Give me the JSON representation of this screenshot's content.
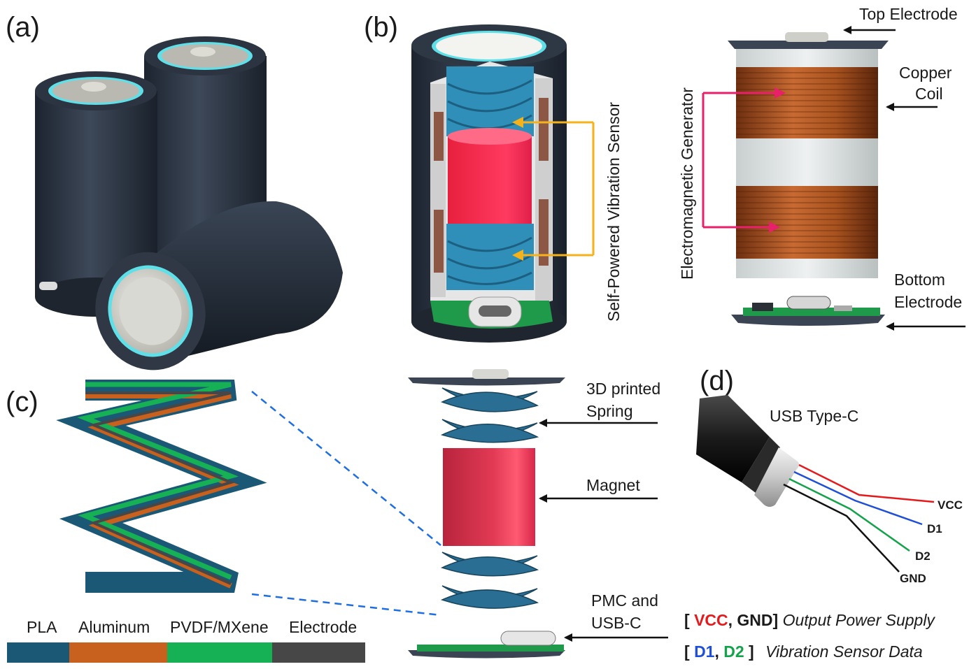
{
  "panels": {
    "a": "(a)",
    "b": "(b)",
    "c": "(c)",
    "d": "(d)"
  },
  "panel_b": {
    "sensor_label": "Self-Powered Vibration Sensor",
    "generator_label": "Electromagnetic Generator",
    "top_electrode": "Top Electrode",
    "copper_coil_line1": "Copper",
    "copper_coil_line2": "Coil",
    "bottom_electrode_line1": "Bottom",
    "bottom_electrode_line2": "Electrode"
  },
  "panel_c": {
    "spring_line1": "3D printed",
    "spring_line2": "Spring",
    "magnet": "Magnet",
    "pmc_line1": "PMC and",
    "pmc_line2": "USB-C",
    "legend": [
      {
        "label": "PLA",
        "color": "#1b5876"
      },
      {
        "label": "Aluminum",
        "color": "#c8601e"
      },
      {
        "label": "PVDF/MXene",
        "color": "#16b055"
      },
      {
        "label": "Electrode",
        "color": "#474747"
      }
    ]
  },
  "panel_d": {
    "usb_label": "USB Type-C",
    "pins": [
      {
        "name": "VCC",
        "color": "#e41a1c"
      },
      {
        "name": "D1",
        "color": "#1f4fd6"
      },
      {
        "name": "D2",
        "color": "#14a34a"
      },
      {
        "name": "GND",
        "color": "#111111"
      }
    ],
    "note1": {
      "open": "[",
      "vcc": "VCC",
      "sep": ",",
      "gnd": "GND",
      "close": "]",
      "desc": "Output Power Supply"
    },
    "note2": {
      "open": "[",
      "d1": "D1",
      "sep": ",",
      "d2": "D2",
      "close": "]",
      "desc": "Vibration Sensor Data"
    }
  },
  "colors": {
    "battery_body": "#2f3844",
    "cyan_ring": "#5fe0e8",
    "magnet_red": "#ff2e55",
    "spring_blue": "#2a6f93",
    "pcb_green": "#1f9a4a",
    "copper": "#a8521f",
    "pink_arrow": "#e8206a",
    "yellow_arrow": "#f5b21a",
    "dashed_blue": "#1f6fe0"
  }
}
